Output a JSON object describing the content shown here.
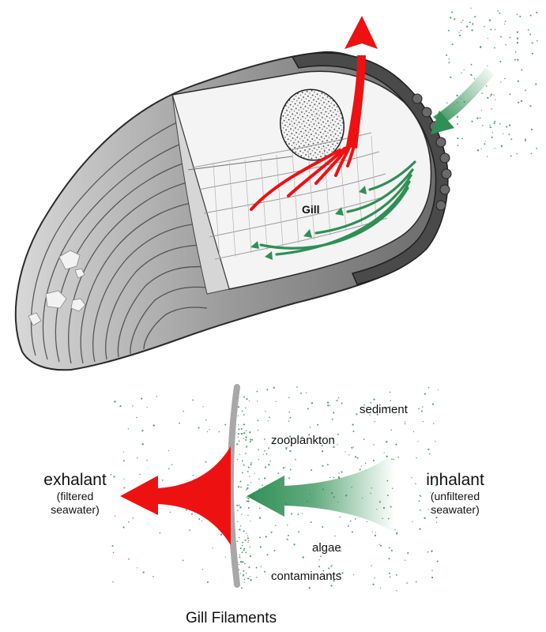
{
  "diagram": {
    "shell": {
      "gill_label": "Gill"
    },
    "filter": {
      "exhalant": {
        "title": "exhalant",
        "line1": "(filtered",
        "line2": "seawater)"
      },
      "inhalant": {
        "title": "inhalant",
        "line1": "(unfiltered",
        "line2": "seawater)"
      },
      "particles": [
        "sediment",
        "zooplankton",
        "algae",
        "contaminants"
      ],
      "caption": "Gill Filaments"
    },
    "colors": {
      "exhalant_flow": "#ee1111",
      "inhalant_flow": "#2f8f55",
      "gill_filament": "#a8a8a8",
      "shell_ink": "#3a3a3a",
      "particle_dots": "#5a9a75"
    }
  }
}
